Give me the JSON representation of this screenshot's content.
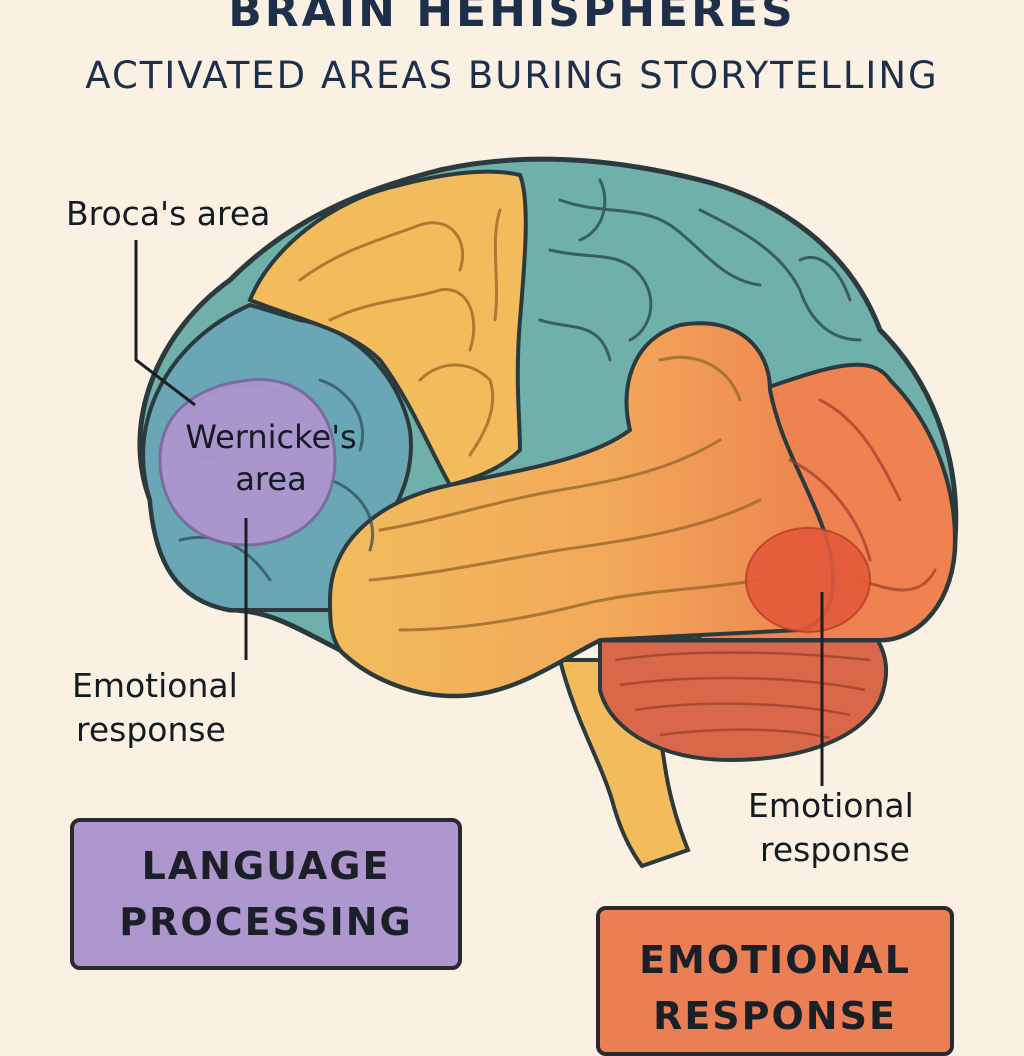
{
  "header": {
    "title": "BRAIN HEHISPHERES",
    "subtitle": "ACTIVATED AREAS BURING STORYTELLING"
  },
  "labels": {
    "broca": "Broca's area",
    "wernicke_line1": "Wernicke's",
    "wernicke_line2": "area",
    "emotional_left_line1": "Emotional",
    "emotional_left_line2": "response",
    "emotional_right_line1": "Emotional",
    "emotional_right_line2": "response"
  },
  "boxes": {
    "language_line1": "LANGUAGE",
    "language_line2": "PROCESSING",
    "emotional_line1": "EMOTIONAL",
    "emotional_line2": "RESPONSE"
  },
  "colors": {
    "background": "#faf1e2",
    "frontal_teal": "#6fb0ab",
    "occipital_teal": "#6aa7b6",
    "motor_yellow": "#f2bc5c",
    "temporal_orange": "#ee8250",
    "cerebellum": "#d9684a",
    "wernicke_purple": "#ae96cf",
    "amygdala_red": "#e45a3c",
    "language_box": "#ae96cf",
    "emotional_box": "#ea7f55",
    "outline": "#2c3a3e"
  }
}
